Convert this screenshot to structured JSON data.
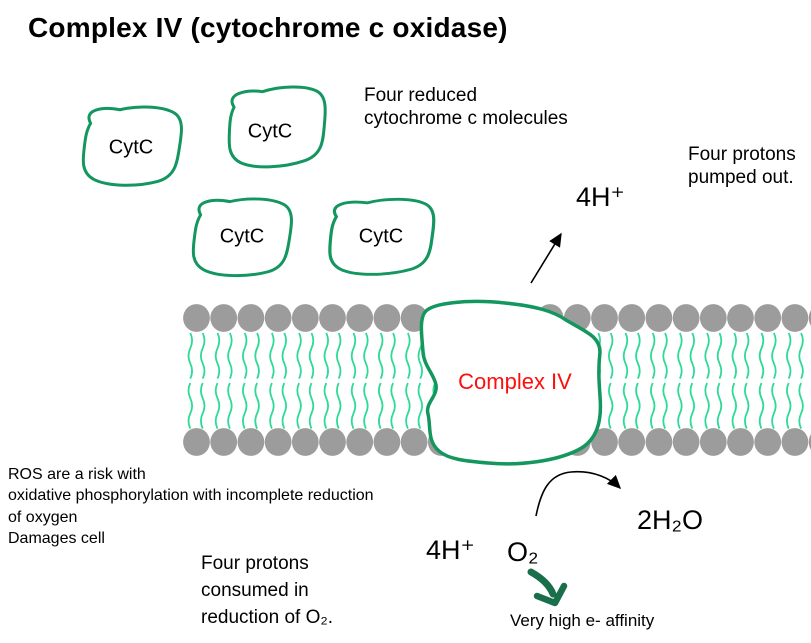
{
  "title": "Complex IV (cytochrome c oxidase)",
  "cytc_molecules": [
    "CytC",
    "CytC",
    "CytC",
    "CytC"
  ],
  "complex": {
    "label": "Complex IV"
  },
  "annotations": {
    "four_reduced": "Four reduced\ncytochrome c molecules",
    "four_protons_out": "Four protons\npumped out.",
    "protons_pumped": "4H⁺",
    "ros_warning": "ROS are a risk with\noxidative phosphorylation with incomplete reduction\nof oxygen\nDamages cell",
    "four_protons_consumed": "Four protons\nconsumed in\nreduction of O₂.",
    "protons_consumed": "4H⁺",
    "oxygen": "O₂",
    "water": "2H₂O",
    "affinity_note": "Very high e- affinity"
  },
  "colors": {
    "outline_green": "#14965f",
    "lipid_tail_green": "#2eda97",
    "lipid_head_gray": "#9c9c9c",
    "complex_label_red": "#fb100c",
    "arrow_green": "#1a6f4b",
    "arrow_black": "#000000",
    "background": "#ffffff"
  }
}
